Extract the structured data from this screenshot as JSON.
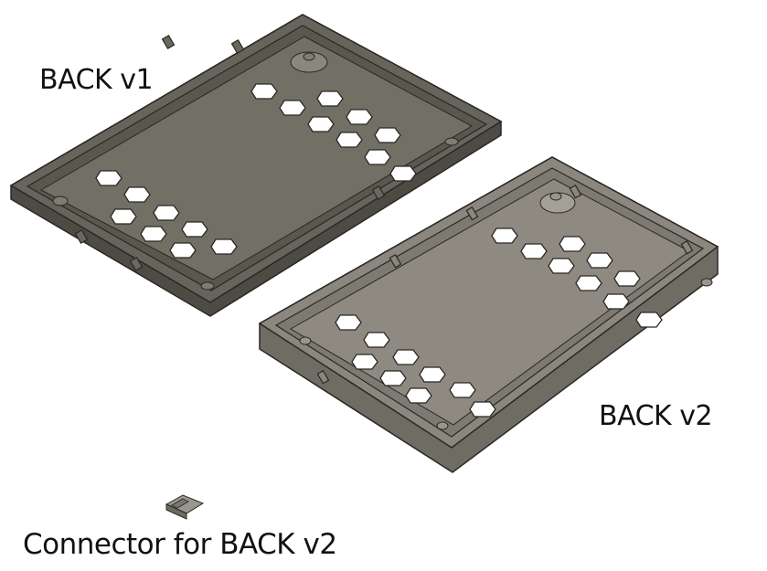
{
  "labels": {
    "back_v1": "BACK v1",
    "back_v2": "BACK v2",
    "connector": "Connector for BACK v2"
  },
  "parts": [
    {
      "name": "BACK v1",
      "type": "enclosure-back-tray",
      "floor_color": "#726f64",
      "wall_color": "#5e5b53",
      "hex_vent_rows": 2
    },
    {
      "name": "BACK v2",
      "type": "enclosure-back-tray",
      "floor_color": "#8e8a81",
      "wall_color": "#7d7a72",
      "hex_vent_rows": 2
    },
    {
      "name": "Connector for BACK v2",
      "type": "clip-connector",
      "color": "#8a8780"
    }
  ],
  "colors": {
    "background": "#ffffff",
    "outline": "#2a2824",
    "text": "#111111"
  }
}
